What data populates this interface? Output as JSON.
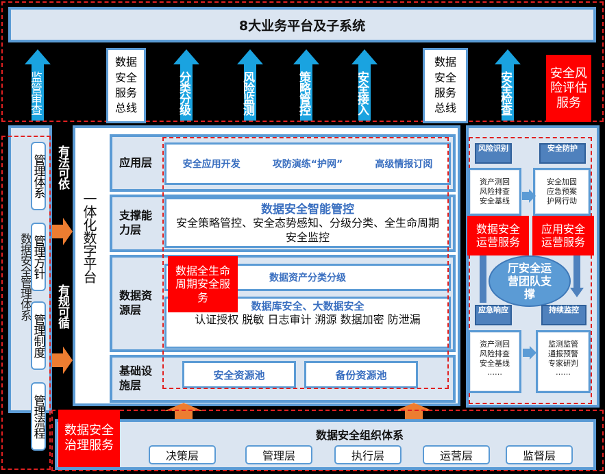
{
  "top_bar": {
    "title": "8大业务平台及子系统"
  },
  "top_arrows": [
    "监管审查",
    "分类分级",
    "风险监测",
    "策略管控",
    "安全接入",
    "安全检查"
  ],
  "service_bus": [
    "数据安全服务总线",
    "数据安全服务总线"
  ],
  "risk_assessment": "安全风险评估服务",
  "left_panel": {
    "title": "数据安全管理体系",
    "items": [
      "管理体系",
      "管理方针",
      "管理制度",
      "管理流程"
    ]
  },
  "side_labels": [
    "有法可依",
    "有规可循"
  ],
  "platform": {
    "title": "一体化数字平台",
    "layers": [
      {
        "label": "应用层",
        "content": [
          "安全应用开发",
          "攻防演练“护网”",
          "高级情报订阅"
        ]
      },
      {
        "label": "支撑能力层",
        "heading": "数据安全智能管控",
        "content": "安全策略管控、安全态势感知、分级分类、全生命周期安全监控"
      },
      {
        "label": "数据资源层",
        "box1": "数据资产分类分级",
        "heading2": "数据库安全、大数据安全",
        "content2": "认证授权 脱敏 日志审计 溯源 数据加密 防泄漏"
      },
      {
        "label": "基础设施层",
        "pools": [
          "安全资源池",
          "备份资源池"
        ]
      }
    ],
    "lifecycle_service": "数据全生命周期安全服务"
  },
  "right_panel": {
    "tags": [
      "风险识别",
      "安全防护",
      "应急响应",
      "持续监控"
    ],
    "notes": [
      [
        "资产测回",
        "风险排查",
        "安全基线"
      ],
      [
        "安全加固",
        "应急预案",
        "护网行动"
      ],
      [
        "资产测回",
        "风险排查",
        "安全基线",
        "……"
      ],
      [
        "监测监管",
        "通报预警",
        "专家研判",
        "……"
      ]
    ],
    "data_ops": "数据安全运营服务",
    "app_ops": "应用安全运营服务",
    "center": "厅安全运营团队支撑"
  },
  "bottom": {
    "title": "数据安全组织体系",
    "levels": [
      "决策层",
      "管理层",
      "执行层",
      "运营层",
      "监督层"
    ],
    "governance": "数据安全治理服务"
  },
  "colors": {
    "accent": "#5b9bd5",
    "arrow": "#1aa3e0",
    "service": "#ff0000",
    "orange": "#ed7d31"
  }
}
